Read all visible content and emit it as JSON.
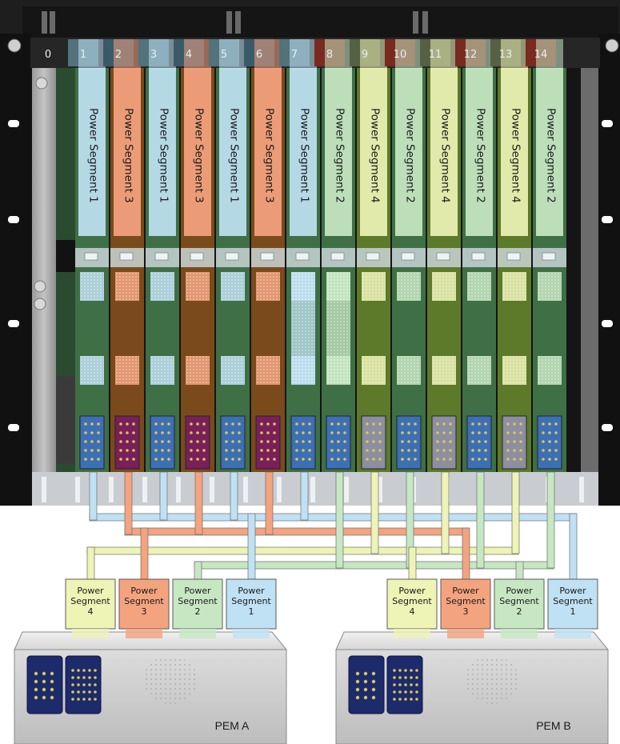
{
  "segment_colors": {
    "1": "#bfe1f3",
    "2": "#c7e7c3",
    "3": "#f4a37f",
    "4": "#eef3b6"
  },
  "slot_header_colors": {
    "1": "#52727c",
    "2": "#7a2a1f",
    "3": "#3b5a68",
    "4": "#556044"
  },
  "slots": [
    {
      "number": "0"
    },
    {
      "number": "1",
      "segment": 1,
      "label": "Power Segment 1"
    },
    {
      "number": "2",
      "segment": 3,
      "label": "Power Segment 3"
    },
    {
      "number": "3",
      "segment": 1,
      "label": "Power Segment 1"
    },
    {
      "number": "4",
      "segment": 3,
      "label": "Power Segment 3"
    },
    {
      "number": "5",
      "segment": 1,
      "label": "Power Segment 1"
    },
    {
      "number": "6",
      "segment": 3,
      "label": "Power Segment 3"
    },
    {
      "number": "7",
      "segment": 1,
      "label": "Power Segment 1",
      "number_color": "#e83a2a"
    },
    {
      "number": "8",
      "segment": 2,
      "label": "Power Segment 2",
      "number_color": "#e83a2a"
    },
    {
      "number": "9",
      "segment": 4,
      "label": "Power Segment 4"
    },
    {
      "number": "10",
      "segment": 2,
      "label": "Power Segment 2"
    },
    {
      "number": "11",
      "segment": 4,
      "label": "Power Segment 4"
    },
    {
      "number": "12",
      "segment": 2,
      "label": "Power Segment 2"
    },
    {
      "number": "13",
      "segment": 4,
      "label": "Power Segment 4"
    },
    {
      "number": "14",
      "segment": 2,
      "label": "Power Segment 2"
    }
  ],
  "pems": [
    {
      "name": "PEM A",
      "boxes": [
        {
          "segment": 4,
          "line1": "Power",
          "line2": "Segment",
          "line3": "4"
        },
        {
          "segment": 3,
          "line1": "Power",
          "line2": "Segment",
          "line3": "3"
        },
        {
          "segment": 2,
          "line1": "Power",
          "line2": "Segment",
          "line3": "2"
        },
        {
          "segment": 1,
          "line1": "Power",
          "line2": "Segment",
          "line3": "1"
        }
      ]
    },
    {
      "name": "PEM B",
      "boxes": [
        {
          "segment": 4,
          "line1": "Power",
          "line2": "Segment",
          "line3": "4"
        },
        {
          "segment": 3,
          "line1": "Power",
          "line2": "Segment",
          "line3": "3"
        },
        {
          "segment": 2,
          "line1": "Power",
          "line2": "Segment",
          "line3": "2"
        },
        {
          "segment": 1,
          "line1": "Power",
          "line2": "Segment",
          "line3": "1"
        }
      ]
    }
  ]
}
